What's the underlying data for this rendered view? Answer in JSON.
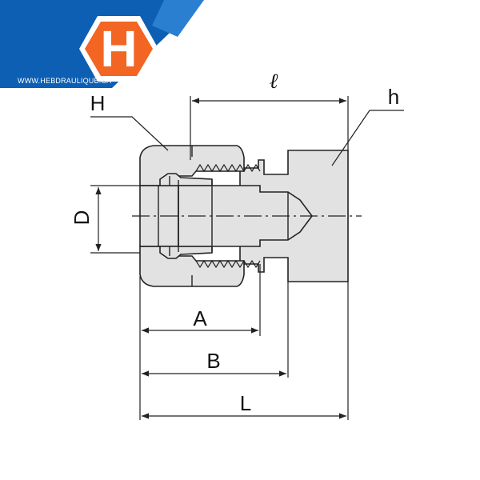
{
  "brand": {
    "logo_letter": "H",
    "website": "WWW.HEBDRAULIQUE.CA",
    "colors": {
      "blue": "#0d5fb3",
      "orange": "#f26522",
      "white": "#ffffff"
    }
  },
  "diagram": {
    "labels": {
      "hex_nut": "H",
      "body_hex": "h",
      "thread_length": "ℓ",
      "tube_od": "D",
      "dim_a": "A",
      "dim_b": "B",
      "overall_length": "L"
    },
    "colors": {
      "part_fill": "#e2e2e2",
      "line": "#222222"
    }
  }
}
